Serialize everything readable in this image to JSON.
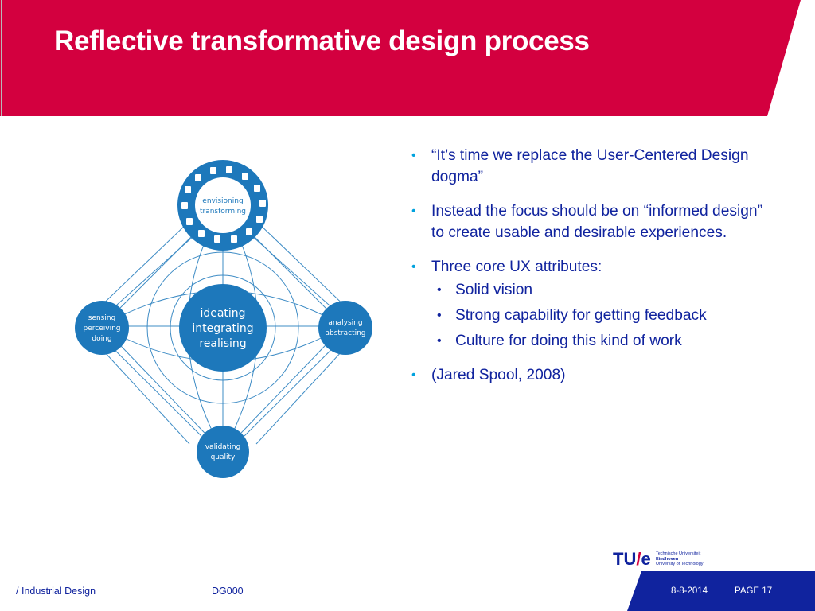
{
  "header": {
    "title": "Reflective transformative design process",
    "band_color": "#d3003f"
  },
  "diagram": {
    "accent_color": "#1d78bb",
    "nodes": {
      "top": [
        "envisioning",
        "transforming"
      ],
      "left": [
        "sensing",
        "perceiving",
        "doing"
      ],
      "center": [
        "ideating",
        "integrating",
        "realising"
      ],
      "right": [
        "analysing",
        "abstracting"
      ],
      "bottom": [
        "validating",
        "quality"
      ]
    }
  },
  "bullets": {
    "items": [
      "“It’s time we replace the User-Centered Design dogma”",
      "Instead the focus should be on “informed design” to create usable and desirable experiences.",
      "Three core UX attributes:",
      "(Jared Spool, 2008)"
    ],
    "sub_items": [
      "Solid vision",
      "Strong capability for getting feedback",
      "Culture for doing this kind of work"
    ],
    "bullet_glyph": "•"
  },
  "logo": {
    "mark_tu": "TU",
    "mark_slash": "/",
    "mark_e": "e",
    "lines": [
      "Technische Universiteit",
      "Eindhoven",
      "University of Technology"
    ]
  },
  "footer": {
    "department": "/ Industrial Design",
    "code": "DG000",
    "date": "8-8-2014",
    "page": "PAGE 17",
    "bar_color": "#10239e"
  }
}
